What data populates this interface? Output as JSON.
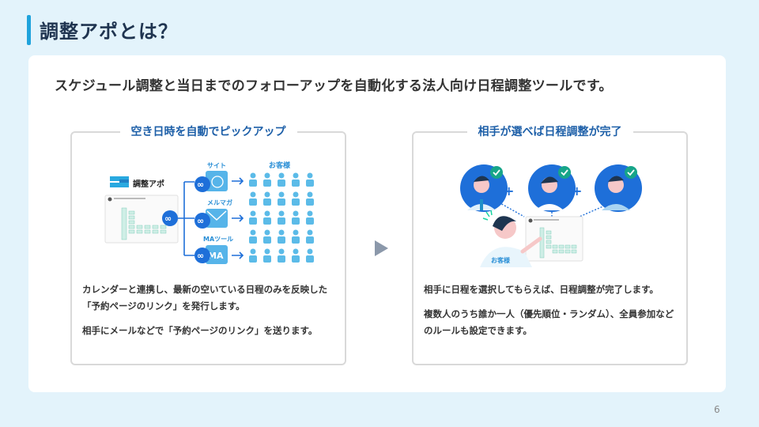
{
  "header": {
    "title": "調整アポとは？",
    "accent_color": "#1fa3dc"
  },
  "lead": "スケジュール調整と当日までのフォローアップを自動化する法人向け日程調整ツールです。",
  "panels": [
    {
      "heading": "空き日時を自動でピックアップ",
      "illustration": {
        "logo_text": "調整アポ",
        "channels": [
          {
            "label": "サイト",
            "icon": "globe-icon"
          },
          {
            "label": "メルマガ",
            "icon": "envelope-icon"
          },
          {
            "label": "MAツール",
            "icon": "ma-icon",
            "icon_text": "MA"
          }
        ],
        "audience_label": "お客様",
        "link_icon": "link-icon"
      },
      "paragraphs": [
        "カレンダーと連携し、最新の空いている日程のみを反映した「予約ページのリンク」を発行します。",
        "相手にメールなどで「予約ページのリンク」を送ります。"
      ]
    },
    {
      "heading": "相手が選べば日程調整が完了",
      "illustration": {
        "plus_sign": "+",
        "customer_label": "お客様",
        "check_icon": "check-icon"
      },
      "paragraphs": [
        "相手に日程を選択してもらえば、日程調整が完了します。",
        "複数人のうち誰か一人（優先順位・ランダム）、全員参加などのルールも設定できます。"
      ]
    }
  ],
  "colors": {
    "heading_blue": "#1d5fa8",
    "icon_blue": "#1e6fd9",
    "person_blue": "#5bbbe8",
    "check_green": "#17a589",
    "arrow_gray": "#8b98aa"
  },
  "page_number": "6"
}
